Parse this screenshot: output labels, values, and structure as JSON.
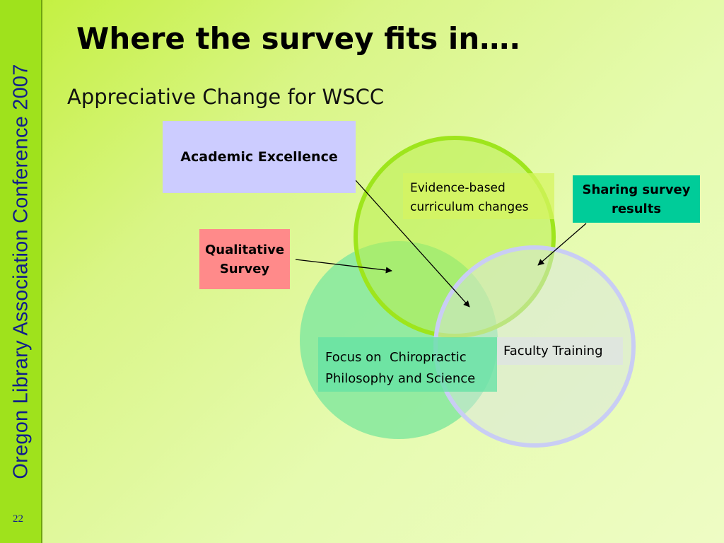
{
  "sidebar": {
    "label": "Oregon Library Association Conference 2007",
    "slide_number": "22"
  },
  "slide": {
    "title": "Where the survey fits in….",
    "subtitle": "Appreciative Change for WSCC"
  },
  "diagram": {
    "circles": [
      {
        "name": "chiropractic-circle",
        "fill": "#8ae99f",
        "stroke": "none"
      },
      {
        "name": "curriculum-circle",
        "fill": "#b8ef4a",
        "stroke": "#9ee51c"
      },
      {
        "name": "faculty-circle",
        "fill": "#d8e6e0",
        "stroke": "#c9cdf4"
      }
    ],
    "boxes": {
      "academic_excellence": "Academic Excellence",
      "qualitative_survey": [
        "Qualitative",
        "Survey"
      ],
      "evidence_based": [
        "Evidence-based",
        "curriculum changes"
      ],
      "sharing_survey": [
        "Sharing survey",
        "results"
      ],
      "focus_chiropractic": [
        "Focus on  Chiropractic",
        "Philosophy and Science"
      ],
      "faculty_training": "Faculty Training"
    },
    "colors": {
      "academic_box": "#ccccff",
      "qualitative_box": "#ff8a8a",
      "sharing_box": "#00cc99",
      "sidebar": "#9fe21c",
      "sidebar_text": "#101e8a"
    }
  }
}
